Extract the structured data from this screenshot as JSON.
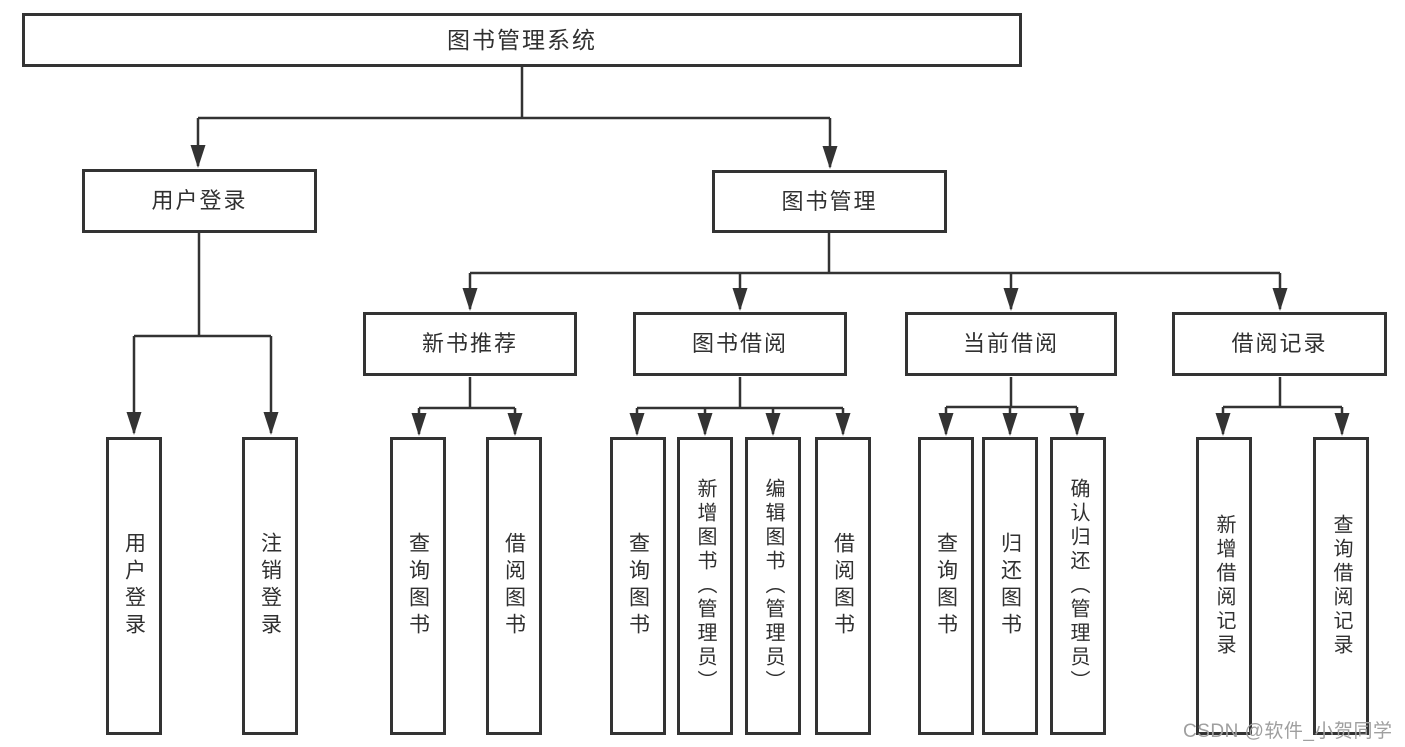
{
  "diagram": {
    "title": "图书管理系统",
    "level2": [
      {
        "label": "用户登录",
        "children": [
          "用户登录",
          "注销登录"
        ]
      },
      {
        "label": "图书管理"
      }
    ],
    "level3": [
      {
        "label": "新书推荐",
        "children": [
          "查询图书",
          "借阅图书"
        ]
      },
      {
        "label": "图书借阅",
        "children": [
          "查询图书",
          "新增图书（管理员）",
          "编辑图书（管理员）",
          "借阅图书"
        ]
      },
      {
        "label": "当前借阅",
        "children": [
          "查询图书",
          "归还图书",
          "确认归还（管理员）"
        ]
      },
      {
        "label": "借阅记录",
        "children": [
          "新增借阅记录",
          "查询借阅记录"
        ]
      }
    ]
  },
  "watermark": "CSDN @软件_小贺同学",
  "colors": {
    "line": "#333333",
    "text": "#303030",
    "background": "#ffffff",
    "watermark": "#9f9f9f"
  }
}
